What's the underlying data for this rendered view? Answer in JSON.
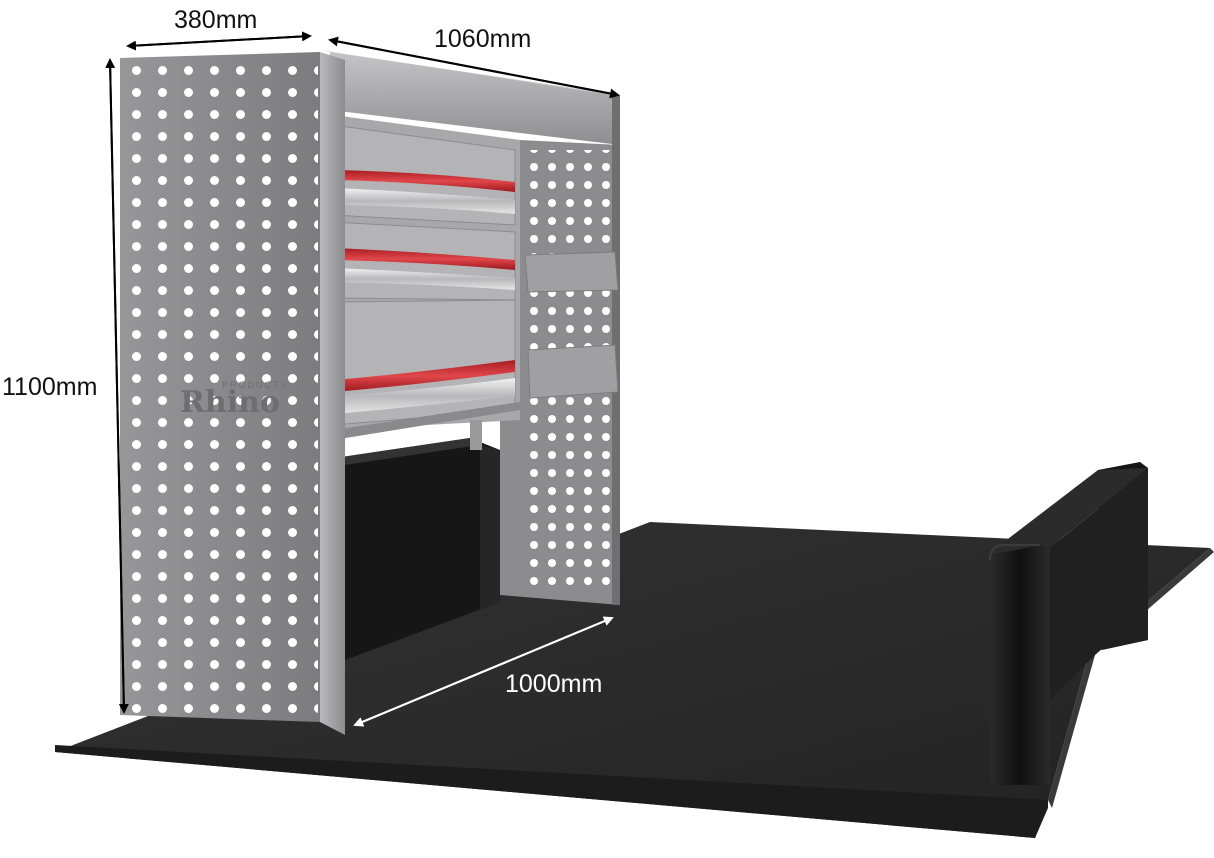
{
  "dimensions": {
    "depth": "380mm",
    "width": "1060mm",
    "height": "1100mm",
    "floor_depth": "1000mm"
  },
  "logo": {
    "name": "Rhino",
    "tagline": "PRODUCTS"
  },
  "colors": {
    "panel": "#8a8a8c",
    "shelf": "#a2a2a5",
    "drawer_accent": "#c8262c",
    "floor": "#2c2c2c",
    "bulkhead": "#1a1a1a"
  }
}
